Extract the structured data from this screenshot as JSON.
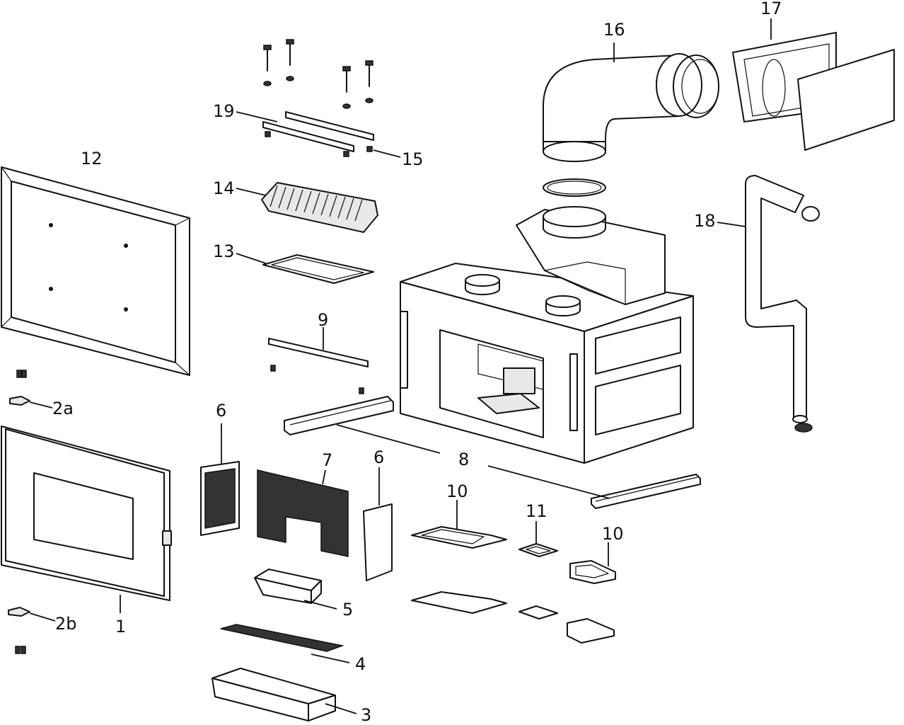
{
  "diagram": {
    "callouts": [
      {
        "id": "c1",
        "text": "1"
      },
      {
        "id": "c2a",
        "text": "2a"
      },
      {
        "id": "c2b",
        "text": "2b"
      },
      {
        "id": "c3",
        "text": "3"
      },
      {
        "id": "c4",
        "text": "4"
      },
      {
        "id": "c5",
        "text": "5"
      },
      {
        "id": "c6a",
        "text": "6"
      },
      {
        "id": "c6b",
        "text": "6"
      },
      {
        "id": "c7",
        "text": "7"
      },
      {
        "id": "c8",
        "text": "8"
      },
      {
        "id": "c9",
        "text": "9"
      },
      {
        "id": "c10a",
        "text": "10"
      },
      {
        "id": "c10b",
        "text": "10"
      },
      {
        "id": "c11",
        "text": "11"
      },
      {
        "id": "c12",
        "text": "12"
      },
      {
        "id": "c13",
        "text": "13"
      },
      {
        "id": "c14",
        "text": "14"
      },
      {
        "id": "c15",
        "text": "15"
      },
      {
        "id": "c16",
        "text": "16"
      },
      {
        "id": "c17",
        "text": "17"
      },
      {
        "id": "c18",
        "text": "18"
      },
      {
        "id": "c19",
        "text": "19"
      }
    ]
  }
}
